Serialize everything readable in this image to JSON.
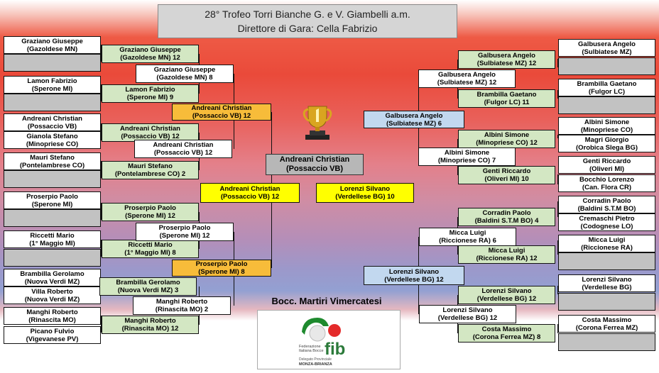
{
  "header": {
    "line1": "28° Trofeo Torri Bianche G. e V. Giambelli a.m.",
    "line2": "Direttore di Gara: Cella Fabrizio"
  },
  "venue": "Bocc. Martiri Vimercatesi",
  "logo": {
    "brand": "fib",
    "org_line1": "Federazione",
    "org_line2": "Italiana Bocce",
    "org_line3": "Delegato Provinciale",
    "org_line4": "MONZA-BRIANZA"
  },
  "champion": {
    "name": "Andreani Christian",
    "club": "(Possaccio VB)"
  },
  "finalists": [
    {
      "name": "Andreani Christian",
      "club": "(Possaccio VB)  12"
    },
    {
      "name": "Lorenzi Silvano",
      "club": "(Verdellese BG)  10"
    }
  ],
  "semifinals": {
    "left": [
      {
        "name": "Andreani Christian",
        "club": "(Possaccio VB)  12"
      },
      {
        "name": "Proserpio Paolo",
        "club": "(Sperone MI)  8"
      }
    ],
    "right": [
      {
        "name": "Galbusera Angelo",
        "club": "(Sulbiatese MZ)  6"
      },
      {
        "name": "Lorenzi Silvano",
        "club": "(Verdellese BG)  12"
      }
    ]
  },
  "left_r1": [
    {
      "name": "Graziano Giuseppe",
      "club": "(Gazoldese MN)"
    },
    {
      "name": "",
      "club": ""
    },
    {
      "name": "Lamon Fabrizio",
      "club": "(Sperone MI)"
    },
    {
      "name": "",
      "club": ""
    },
    {
      "name": "Andreani Christian",
      "club": "(Possaccio VB)"
    },
    {
      "name": "Gianola Stefano",
      "club": "(Minopriese CO)"
    },
    {
      "name": "Mauri Stefano",
      "club": "(Pontelambrese CO)"
    },
    {
      "name": "",
      "club": ""
    },
    {
      "name": "Proserpio Paolo",
      "club": "(Sperone MI)"
    },
    {
      "name": "",
      "club": ""
    },
    {
      "name": "Riccetti Mario",
      "club": "(1° Maggio MI)"
    },
    {
      "name": "",
      "club": ""
    },
    {
      "name": "Brambilla Gerolamo",
      "club": "(Nuova Verdi MZ)"
    },
    {
      "name": "Villa Roberto",
      "club": "(Nuova Verdi MZ)"
    },
    {
      "name": "Manghi Roberto",
      "club": "(Rinascita MO)"
    },
    {
      "name": "Picano Fulvio",
      "club": "(Vigevanese PV)"
    }
  ],
  "left_r2": [
    {
      "name": "Graziano Giuseppe",
      "club": "(Gazoldese MN)  12"
    },
    {
      "name": "Lamon Fabrizio",
      "club": "(Sperone MI)  9"
    },
    {
      "name": "Andreani Christian",
      "club": "(Possaccio VB)  12"
    },
    {
      "name": "Mauri Stefano",
      "club": "(Pontelambrese CO)  2"
    },
    {
      "name": "Proserpio Paolo",
      "club": "(Sperone MI)  12"
    },
    {
      "name": "Riccetti Mario",
      "club": "(1° Maggio MI)  8"
    },
    {
      "name": "Brambilla Gerolamo",
      "club": "(Nuova Verdi MZ)  3"
    },
    {
      "name": "Manghi Roberto",
      "club": "(Rinascita MO)  12"
    }
  ],
  "left_r3": [
    {
      "name": "Graziano Giuseppe",
      "club": "(Gazoldese MN)  8"
    },
    {
      "name": "Andreani Christian",
      "club": "(Possaccio VB)  12"
    },
    {
      "name": "Proserpio Paolo",
      "club": "(Sperone MI)  12"
    },
    {
      "name": "Manghi Roberto",
      "club": "(Rinascita MO)  2"
    }
  ],
  "right_r1": [
    {
      "name": "Galbusera Angelo",
      "club": "(Sulbiatese MZ)"
    },
    {
      "name": "",
      "club": ""
    },
    {
      "name": "Brambilla Gaetano",
      "club": "(Fulgor  LC)"
    },
    {
      "name": "",
      "club": ""
    },
    {
      "name": "Albini Simone",
      "club": "(Minopriese CO)"
    },
    {
      "name": "Magri Giorgio",
      "club": "(Orobica Slega BG)"
    },
    {
      "name": "Genti Riccardo",
      "club": "(Oliveri MI)"
    },
    {
      "name": "Bocchio Lorenzo",
      "club": "(Can. Flora CR)"
    },
    {
      "name": "Corradin Paolo",
      "club": "(Baldini S.T.M BO)"
    },
    {
      "name": "Cremaschi Pietro",
      "club": "(Codognese  LO)"
    },
    {
      "name": "Micca Luigi",
      "club": "(Riccionese RA)"
    },
    {
      "name": "",
      "club": ""
    },
    {
      "name": "Lorenzi Silvano",
      "club": "(Verdellese BG)"
    },
    {
      "name": "",
      "club": ""
    },
    {
      "name": "Costa Massimo",
      "club": "(Corona Ferrea MZ)"
    },
    {
      "name": "",
      "club": ""
    }
  ],
  "right_r2": [
    {
      "name": "Galbusera Angelo",
      "club": "(Sulbiatese MZ)  12"
    },
    {
      "name": "Brambilla Gaetano",
      "club": "(Fulgor  LC)  11"
    },
    {
      "name": "Albini Simone",
      "club": "(Minopriese CO)  12"
    },
    {
      "name": "Genti Riccardo",
      "club": "(Oliveri MI)  10"
    },
    {
      "name": "Corradin Paolo",
      "club": "(Baldini S.T.M BO)  4"
    },
    {
      "name": "Micca Luigi",
      "club": "(Riccionese RA)  12"
    },
    {
      "name": "Lorenzi Silvano",
      "club": "(Verdellese BG)  12"
    },
    {
      "name": "Costa Massimo",
      "club": "(Corona Ferrea MZ)  8"
    }
  ],
  "right_r3": [
    {
      "name": "Galbusera Angelo",
      "club": "(Sulbiatese MZ)  12"
    },
    {
      "name": "Albini Simone",
      "club": "(Minopriese CO)  7"
    },
    {
      "name": "Micca Luigi",
      "club": "(Riccionese RA)  6"
    },
    {
      "name": "Lorenzi Silvano",
      "club": "(Verdellese BG)  12"
    }
  ],
  "colors": {
    "winner_r2": "#d3e7c3",
    "semifinal_left": "#f7bc3a",
    "final": "#ffff00",
    "semifinal_right": "#c2d8ef",
    "champion": "#b7b7b7",
    "empty_slot": "#c2c2c2"
  },
  "icons": {
    "trophy": "trophy-icon",
    "logo": "fib-logo"
  }
}
